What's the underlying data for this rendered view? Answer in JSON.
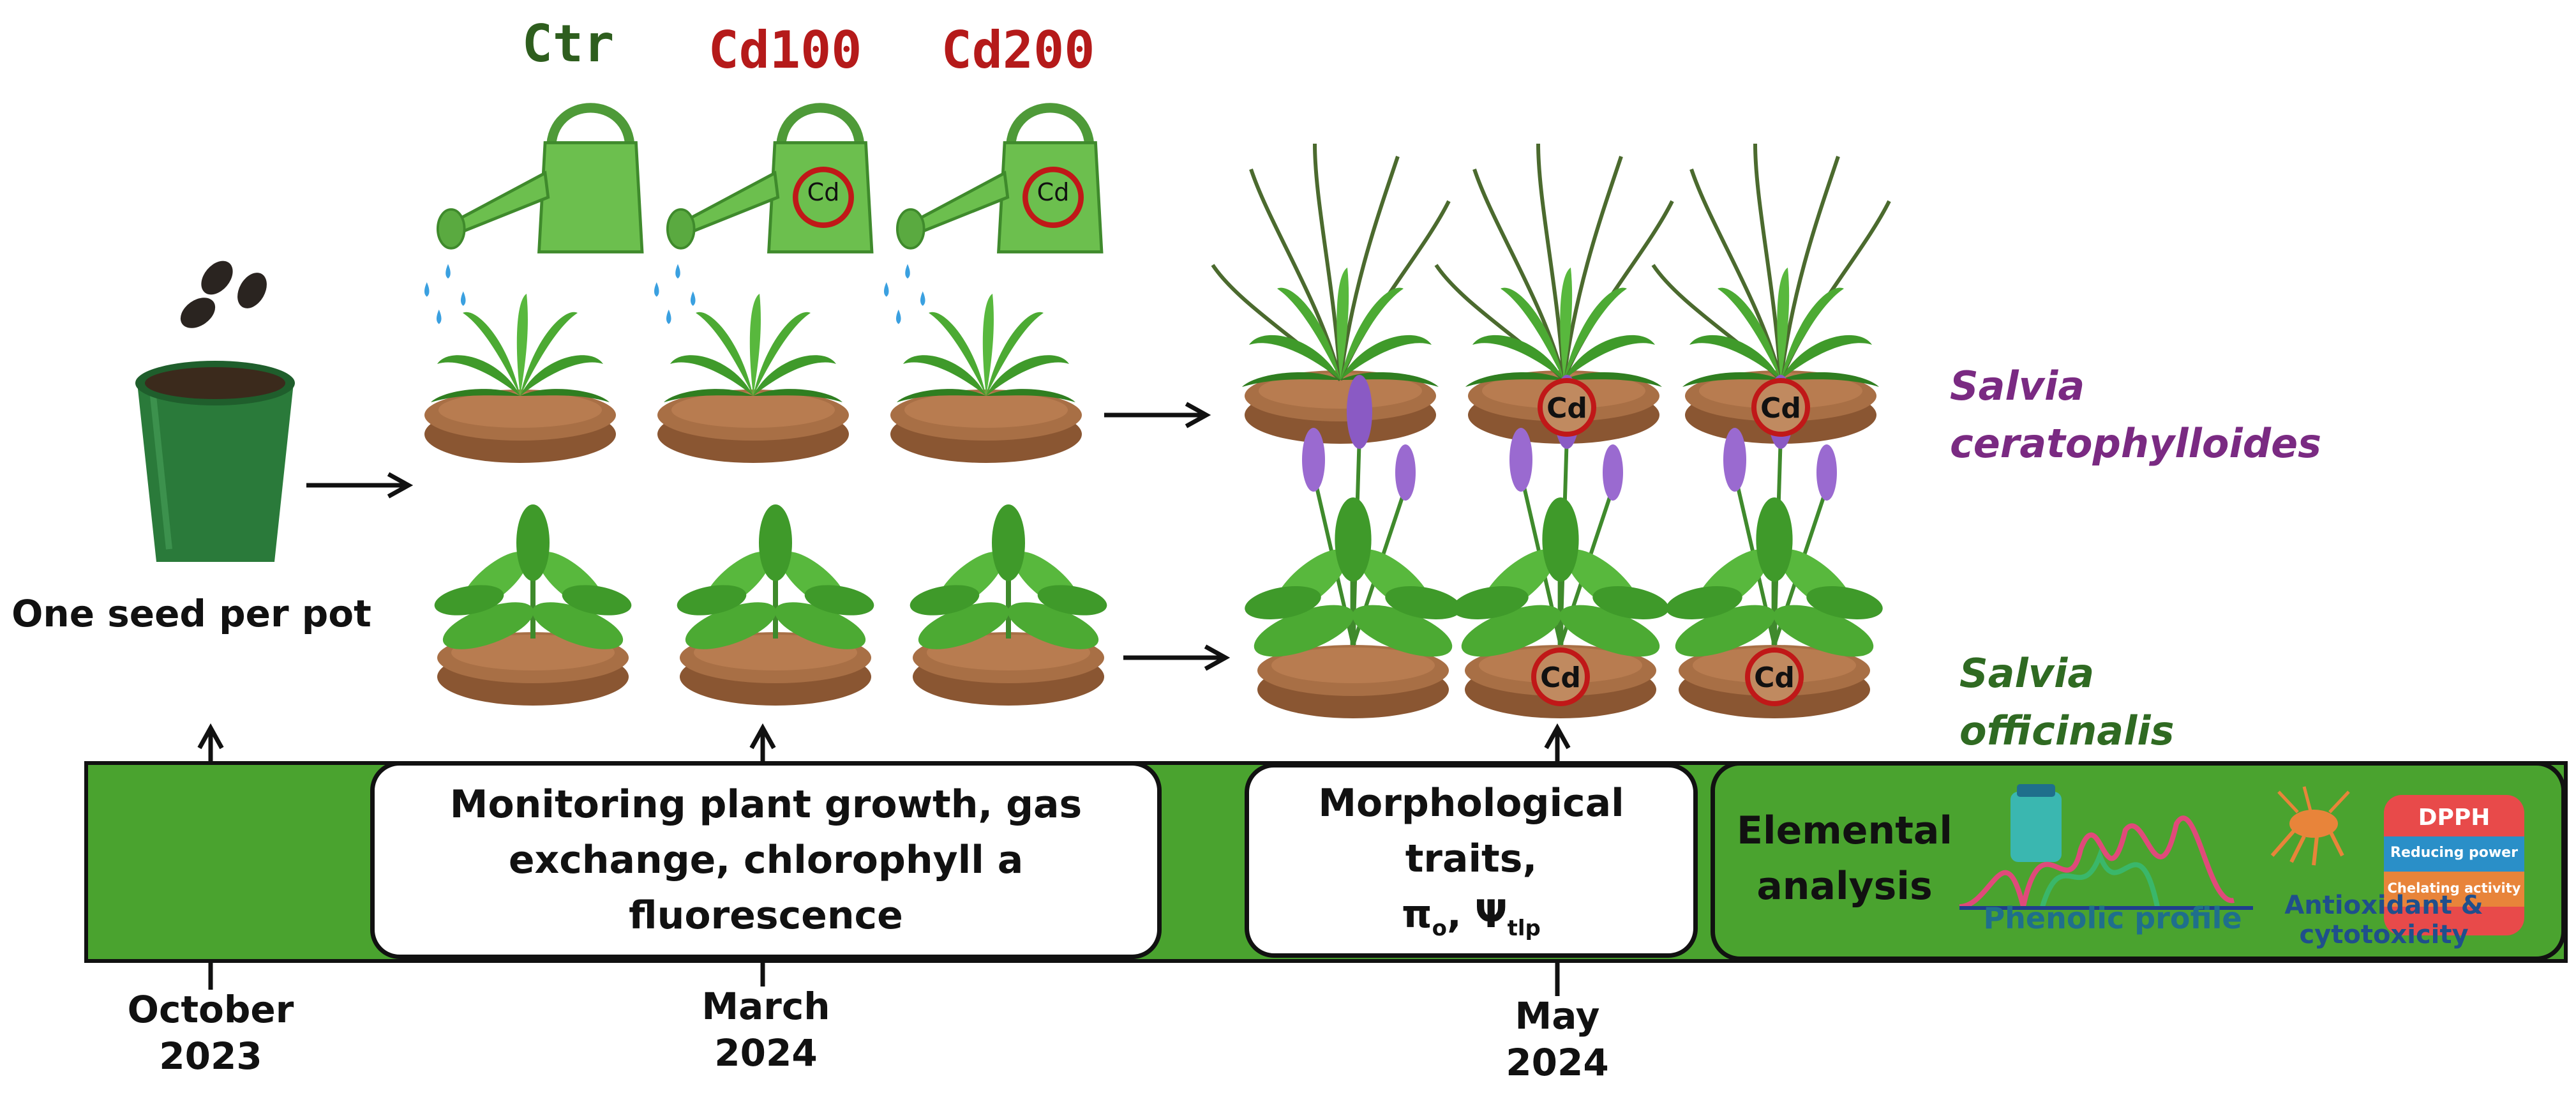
{
  "treatments": [
    {
      "label": "Ctr",
      "color": "#2e5e1e"
    },
    {
      "label": "Cd100",
      "color": "#b51a1a"
    },
    {
      "label": "Cd200",
      "color": "#b51a1a"
    }
  ],
  "seed_caption": "One seed per pot",
  "cd_badge": "Cd",
  "species": [
    {
      "name_line1": "Salvia",
      "name_line2": "ceratophylloides",
      "color": "#7a2a82"
    },
    {
      "name_line1": "Salvia",
      "name_line2": "officinalis",
      "color": "#2f6a22"
    }
  ],
  "timeline": {
    "bar_color": "#4aa32f",
    "dates": [
      {
        "month": "October",
        "year": "2023"
      },
      {
        "month": "March",
        "year": "2024"
      },
      {
        "month": "May",
        "year": "2024"
      }
    ],
    "boxes": [
      {
        "line1": "Monitoring plant growth, gas",
        "line2": "exchange, chlorophyll a fluorescence"
      },
      {
        "line1": "Morphological traits,",
        "pi": "π",
        "pi_sub": "o",
        "psi": "Ψ",
        "psi_sub": "tlp"
      },
      {
        "elemental_line1": "Elemental",
        "elemental_line2": "analysis",
        "phenolic": "Phenolic profile",
        "antiox_line1": "Antioxidant &",
        "antiox_line2": "cytotoxicity",
        "assay_labels": [
          "DPPH",
          "Reducing power",
          "Chelating activity"
        ]
      }
    ]
  },
  "colors": {
    "watering_can": "#6cbf4e",
    "soil": "#a86f45",
    "leaf": "#3f9a2a",
    "flower": "#9a6ad0",
    "water": "#3aa0e0"
  }
}
